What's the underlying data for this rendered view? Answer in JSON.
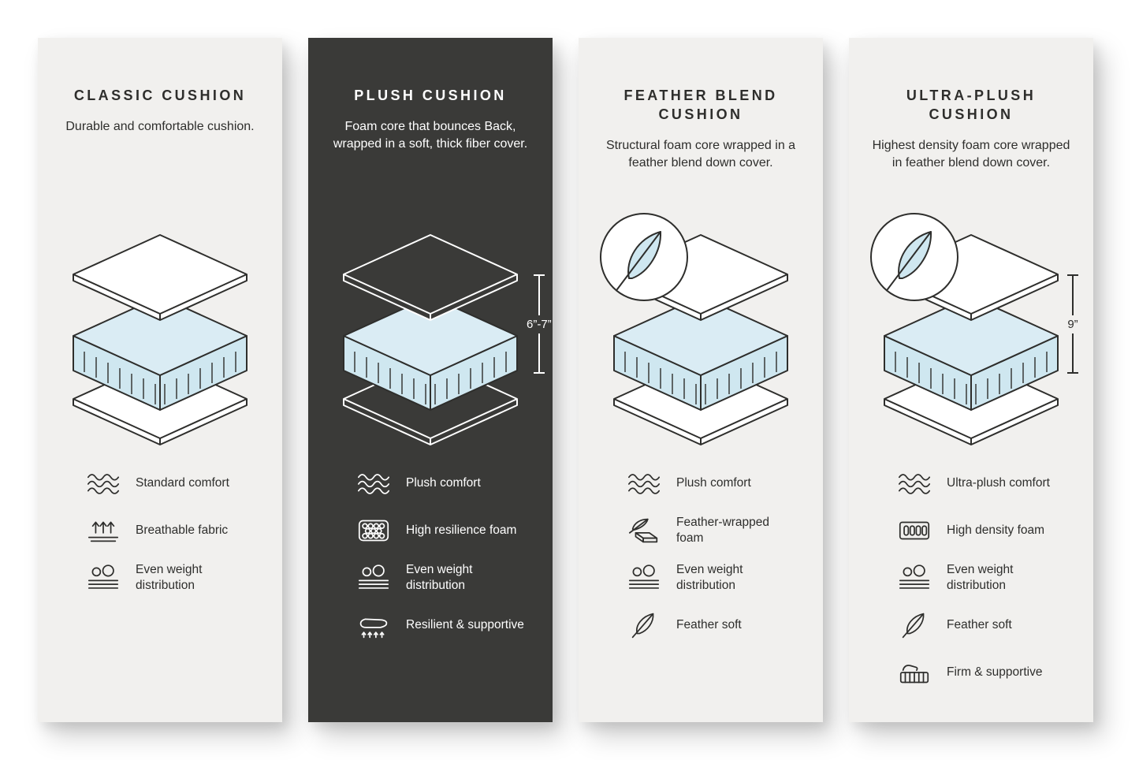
{
  "colors": {
    "page_background": "#ffffff",
    "card_light_background": "#f1f0ee",
    "card_dark_background": "#3a3a38",
    "text_dark": "#2e2e2c",
    "text_light": "#ffffff",
    "foam_blue": "#cfe7f0"
  },
  "cards": [
    {
      "id": "classic",
      "theme": "light",
      "title": "CLASSIC CUSHION",
      "description": "Durable and comfortable cushion.",
      "has_feather_badge": false,
      "height_label": null,
      "features": [
        {
          "icon": "wave-icon",
          "label": "Standard comfort"
        },
        {
          "icon": "breathable-fabric-icon",
          "label": "Breathable fabric"
        },
        {
          "icon": "even-weight-icon",
          "label": "Even weight distribution"
        }
      ]
    },
    {
      "id": "plush",
      "theme": "dark",
      "title": "PLUSH CUSHION",
      "description": "Foam core that bounces Back, wrapped in a soft, thick fiber cover.",
      "has_feather_badge": false,
      "height_label": "6”-7”",
      "features": [
        {
          "icon": "wave-icon",
          "label": "Plush comfort"
        },
        {
          "icon": "resilience-foam-icon",
          "label": "High resilience foam"
        },
        {
          "icon": "even-weight-icon",
          "label": "Even weight distribution"
        },
        {
          "icon": "resilient-supportive-icon",
          "label": "Resilient & supportive"
        }
      ]
    },
    {
      "id": "feather-blend",
      "theme": "light",
      "title": "FEATHER BLEND CUSHION",
      "description": "Structural foam core wrapped in a feather blend down cover.",
      "has_feather_badge": true,
      "height_label": null,
      "features": [
        {
          "icon": "wave-icon",
          "label": "Plush comfort"
        },
        {
          "icon": "feather-wrapped-foam-icon",
          "label": "Feather-wrapped foam"
        },
        {
          "icon": "even-weight-icon",
          "label": "Even weight distribution"
        },
        {
          "icon": "feather-icon",
          "label": "Feather soft"
        }
      ]
    },
    {
      "id": "ultra-plush",
      "theme": "light",
      "title": "ULTRA-PLUSH CUSHION",
      "description": "Highest density foam core wrapped in feather blend down cover.",
      "has_feather_badge": true,
      "height_label": "9”",
      "features": [
        {
          "icon": "wave-icon",
          "label": "Ultra-plush comfort"
        },
        {
          "icon": "density-foam-icon",
          "label": "High density foam"
        },
        {
          "icon": "even-weight-icon",
          "label": "Even weight distribution"
        },
        {
          "icon": "feather-icon",
          "label": "Feather soft"
        },
        {
          "icon": "firm-supportive-icon",
          "label": "Firm & supportive"
        }
      ]
    }
  ]
}
